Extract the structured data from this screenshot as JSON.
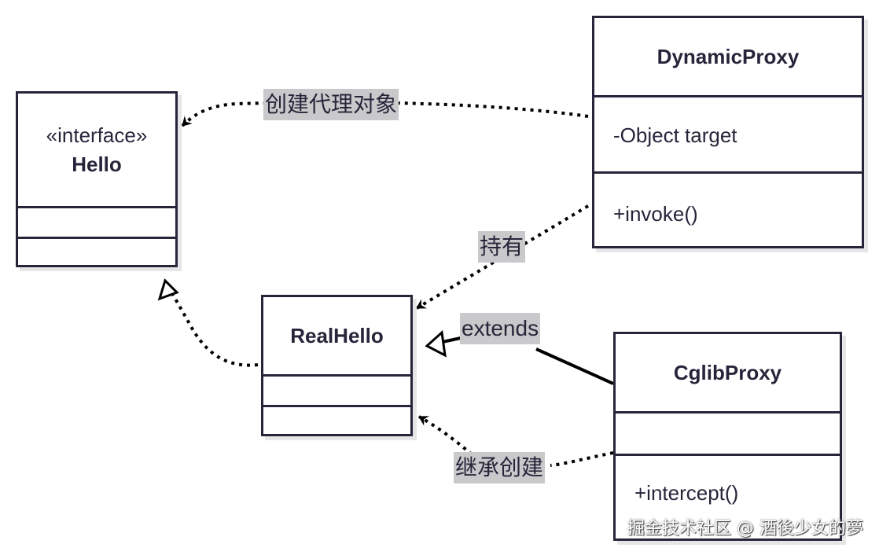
{
  "diagram": {
    "type": "UML class diagram",
    "classes": [
      {
        "id": "hello",
        "stereotype": "«interface»",
        "name": "Hello",
        "attributes": [],
        "methods": []
      },
      {
        "id": "dynamic_proxy",
        "name": "DynamicProxy",
        "attributes": [
          "-Object target"
        ],
        "methods": [
          "+invoke()"
        ]
      },
      {
        "id": "real_hello",
        "name": "RealHello",
        "attributes": [],
        "methods": []
      },
      {
        "id": "cglib_proxy",
        "name": "CglibProxy",
        "attributes": [],
        "methods": [
          "+intercept()"
        ]
      }
    ],
    "relations": [
      {
        "from": "dynamic_proxy",
        "to": "hello",
        "style": "dotted",
        "arrow": "open",
        "label": "创建代理对象"
      },
      {
        "from": "dynamic_proxy",
        "to": "real_hello",
        "style": "dotted",
        "arrow": "open",
        "label": "持有"
      },
      {
        "from": "real_hello",
        "to": "hello",
        "style": "dotted",
        "arrow": "hollow-triangle",
        "label": ""
      },
      {
        "from": "cglib_proxy",
        "to": "real_hello",
        "style": "solid",
        "arrow": "hollow-triangle",
        "label": "extends"
      },
      {
        "from": "cglib_proxy",
        "to": "real_hello",
        "style": "dotted",
        "arrow": "open",
        "label": "继承创建"
      }
    ]
  },
  "watermark": "掘金技术社区 @ 酒後少女的夢"
}
